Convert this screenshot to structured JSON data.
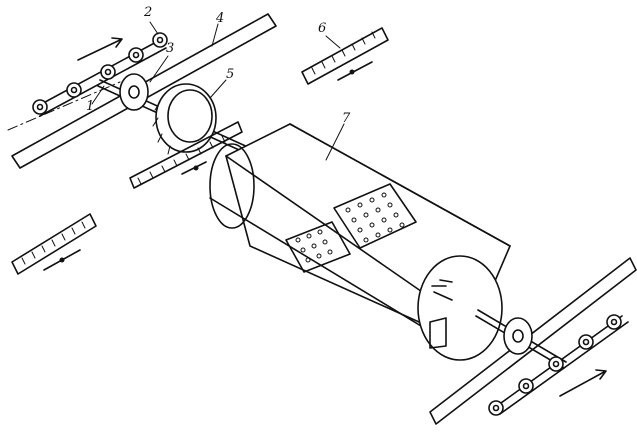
{
  "figure": {
    "callouts": [
      {
        "id": "1",
        "text": "1"
      },
      {
        "id": "2",
        "text": "2"
      },
      {
        "id": "3",
        "text": "3"
      },
      {
        "id": "4",
        "text": "4"
      },
      {
        "id": "5",
        "text": "5"
      },
      {
        "id": "6",
        "text": "6"
      },
      {
        "id": "7",
        "text": "7"
      }
    ]
  },
  "colors": {
    "ink": "#111111",
    "paper": "#ffffff"
  }
}
